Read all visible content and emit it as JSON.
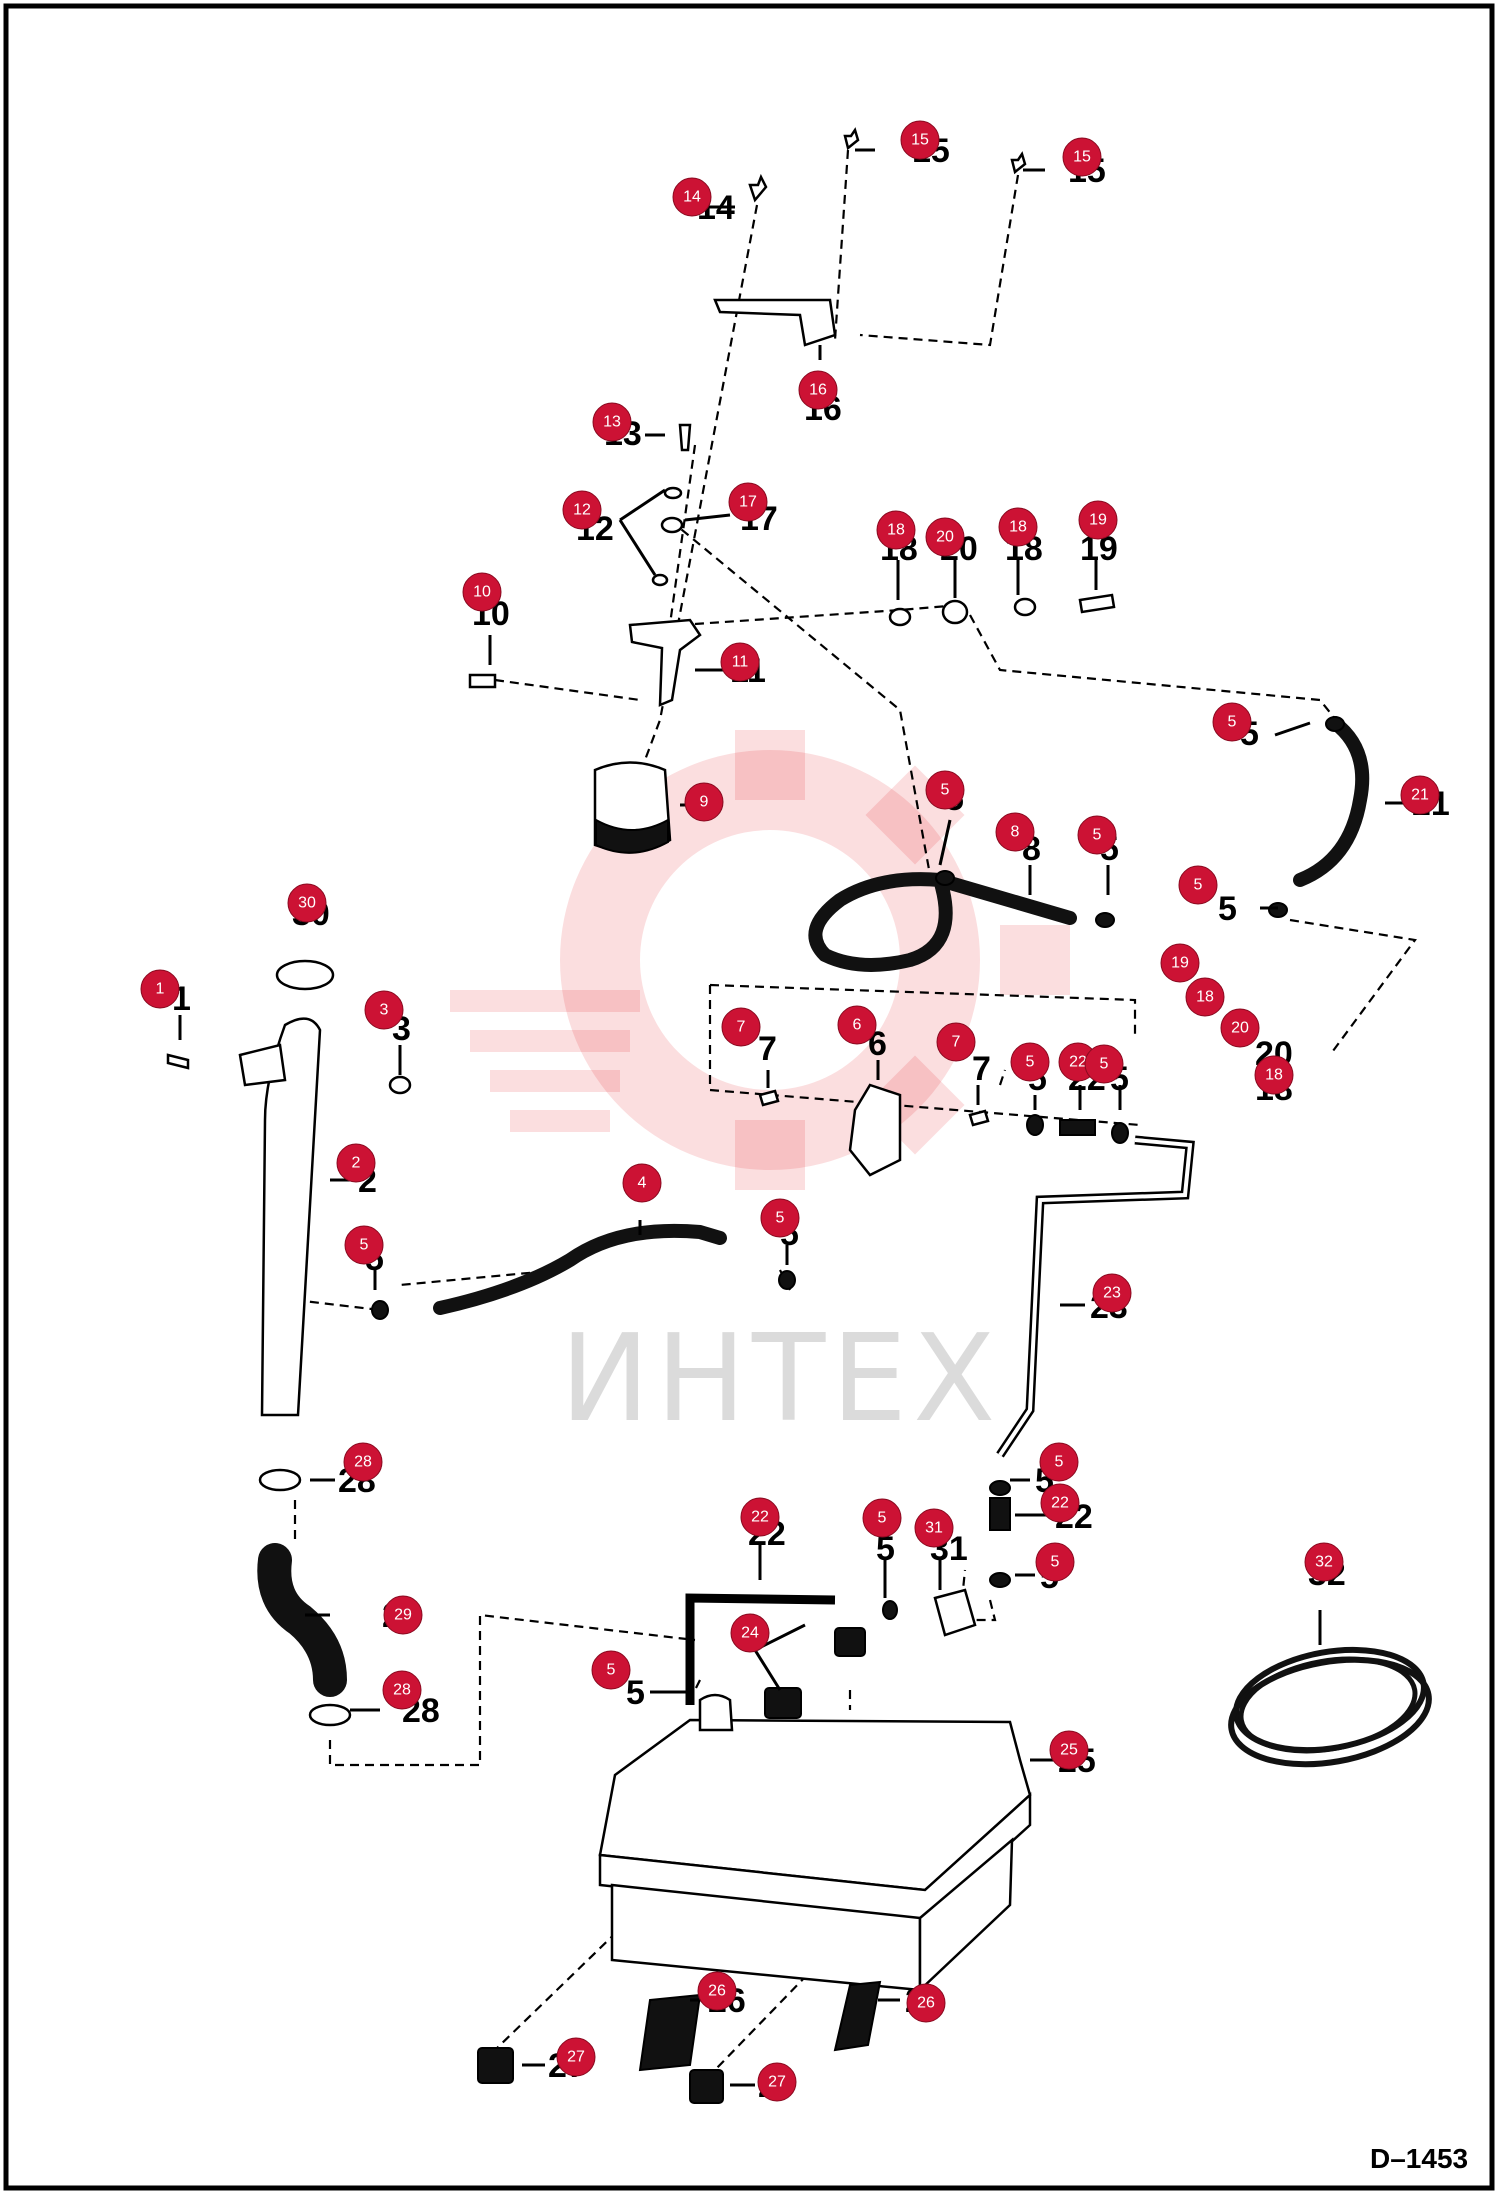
{
  "drawing_code": "D–1453",
  "watermark": "ИНТЕХ",
  "callouts": [
    "1",
    "2",
    "3",
    "4",
    "5",
    "6",
    "7",
    "8",
    "9",
    "10",
    "11",
    "12",
    "13",
    "14",
    "15",
    "16",
    "17",
    "18",
    "19",
    "20",
    "21",
    "22",
    "23",
    "24",
    "25",
    "26",
    "27",
    "28",
    "29",
    "30",
    "31",
    "32"
  ],
  "badges": [
    {
      "id": "b14a",
      "label": "14",
      "part": "clip"
    },
    {
      "id": "b15a",
      "label": "15",
      "part": "clip"
    },
    {
      "id": "b15b",
      "label": "15",
      "part": "clip"
    },
    {
      "id": "b16",
      "label": "16",
      "part": "bracket"
    },
    {
      "id": "b13",
      "label": "13",
      "part": "bolt"
    },
    {
      "id": "b12",
      "label": "12",
      "part": "washer"
    },
    {
      "id": "b17",
      "label": "17",
      "part": "nut"
    },
    {
      "id": "b18a",
      "label": "18",
      "part": "washer"
    },
    {
      "id": "b20a",
      "label": "20",
      "part": "banjo"
    },
    {
      "id": "b18b",
      "label": "18",
      "part": "washer"
    },
    {
      "id": "b19a",
      "label": "19",
      "part": "banjo-bolt"
    },
    {
      "id": "b10",
      "label": "10",
      "part": "bolt"
    },
    {
      "id": "b11",
      "label": "11",
      "part": "filter-head"
    },
    {
      "id": "b5a",
      "label": "5",
      "part": "clamp"
    },
    {
      "id": "b21",
      "label": "21",
      "part": "hose"
    },
    {
      "id": "b9",
      "label": "9",
      "part": "filter"
    },
    {
      "id": "b5b",
      "label": "5",
      "part": "clamp"
    },
    {
      "id": "b8",
      "label": "8",
      "part": "hose"
    },
    {
      "id": "b5c",
      "label": "5",
      "part": "clamp"
    },
    {
      "id": "b5d",
      "label": "5",
      "part": "clamp"
    },
    {
      "id": "b30",
      "label": "30",
      "part": "cap"
    },
    {
      "id": "b19b",
      "label": "19",
      "part": "banjo-bolt"
    },
    {
      "id": "b18c",
      "label": "18",
      "part": "washer"
    },
    {
      "id": "b1",
      "label": "1",
      "part": "screw"
    },
    {
      "id": "b3",
      "label": "3",
      "part": "nut"
    },
    {
      "id": "b20b",
      "label": "20",
      "part": "banjo"
    },
    {
      "id": "b7a",
      "label": "7",
      "part": "fitting"
    },
    {
      "id": "b6",
      "label": "6",
      "part": "pump"
    },
    {
      "id": "b7b",
      "label": "7",
      "part": "fitting"
    },
    {
      "id": "b5e",
      "label": "5",
      "part": "clamp"
    },
    {
      "id": "b22a",
      "label": "22",
      "part": "hose"
    },
    {
      "id": "b5f",
      "label": "5",
      "part": "clamp"
    },
    {
      "id": "b18d",
      "label": "18",
      "part": "washer"
    },
    {
      "id": "b2",
      "label": "2",
      "part": "filler-neck"
    },
    {
      "id": "b4",
      "label": "4",
      "part": "hose"
    },
    {
      "id": "b5g",
      "label": "5",
      "part": "clamp"
    },
    {
      "id": "b5h",
      "label": "5",
      "part": "clamp"
    },
    {
      "id": "b23",
      "label": "23",
      "part": "fuel-line"
    },
    {
      "id": "b28a",
      "label": "28",
      "part": "clamp"
    },
    {
      "id": "b5i",
      "label": "5",
      "part": "clamp"
    },
    {
      "id": "b22b",
      "label": "22",
      "part": "hose"
    },
    {
      "id": "b22c",
      "label": "22",
      "part": "hose"
    },
    {
      "id": "b5j",
      "label": "5",
      "part": "clamp"
    },
    {
      "id": "b31",
      "label": "31",
      "part": "filter"
    },
    {
      "id": "b32",
      "label": "32",
      "part": "hose-coil"
    },
    {
      "id": "b5k",
      "label": "5",
      "part": "clamp"
    },
    {
      "id": "b5l",
      "label": "5",
      "part": "clamp"
    },
    {
      "id": "b29",
      "label": "29",
      "part": "hose"
    },
    {
      "id": "b24",
      "label": "24",
      "part": "grommet"
    },
    {
      "id": "b28b",
      "label": "28",
      "part": "clamp"
    },
    {
      "id": "b25",
      "label": "25",
      "part": "tank"
    },
    {
      "id": "b26a",
      "label": "26",
      "part": "pad"
    },
    {
      "id": "b26b",
      "label": "26",
      "part": "pad"
    },
    {
      "id": "b27a",
      "label": "27",
      "part": "block"
    },
    {
      "id": "b27b",
      "label": "27",
      "part": "block"
    }
  ]
}
